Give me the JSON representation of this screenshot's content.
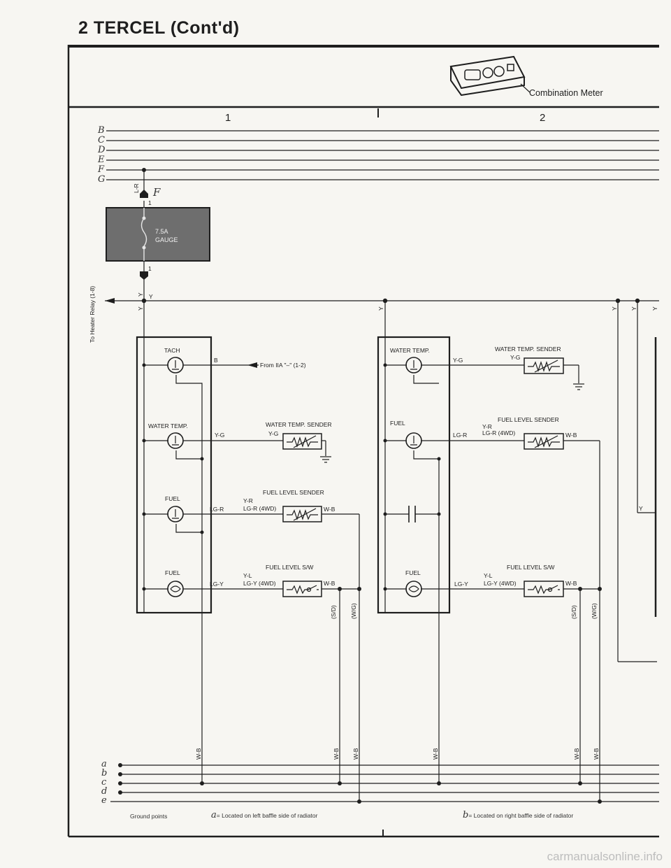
{
  "page": {
    "title": "2  TERCEL (Cont'd)",
    "meter_label": "Combination Meter",
    "watermark": "carmanualsonline.info"
  },
  "sections": [
    "1",
    "2"
  ],
  "bus_lines": [
    "B",
    "C",
    "D",
    "E",
    "F",
    "G"
  ],
  "ground_lines": [
    "a",
    "b",
    "c",
    "d",
    "e"
  ],
  "fuse": {
    "connector": "F",
    "pin_in": "1",
    "pin_out": "1",
    "rating": "7.5A",
    "name": "GAUGE",
    "wire_in": "L-R",
    "wire_out": "Y"
  },
  "heater_relay_text": "To Heater Relay (1-8)",
  "left_meter": {
    "tach_label": "TACH",
    "tach_wire": "B",
    "from_text": "From IIA \"–\" (1-2)",
    "water_label": "WATER TEMP.",
    "water_wire": "Y-G",
    "water_sender_title": "WATER TEMP. SENDER",
    "water_sender_wire": "Y-G",
    "fuel_label": "FUEL",
    "fuel_wire": "LG-R",
    "fuel_sender_title": "FUEL LEVEL SENDER",
    "fuel_sender_wire1": "Y-R",
    "fuel_sender_wire2": "LG-R (4WD)",
    "fuel_sender_out": "W-B",
    "fuelsw_label": "FUEL",
    "fuelsw_wire": "LG-Y",
    "fuelsw_title": "FUEL LEVEL S/W",
    "fuelsw_wire1": "Y-L",
    "fuelsw_wire2": "LG-Y (4WD)",
    "fuelsw_out": "W-B",
    "sd": "(S/D)",
    "wg": "(W/G)"
  },
  "right_meter": {
    "water_label": "WATER TEMP.",
    "water_wire": "Y-G",
    "water_sender_title": "WATER TEMP. SENDER",
    "water_sender_wire": "Y-G",
    "fuel_label": "FUEL",
    "fuel_wire": "LG-R",
    "fuel_sender_title": "FUEL LEVEL SENDER",
    "fuel_sender_wire1": "Y-R",
    "fuel_sender_wire2": "LG-R (4WD)",
    "fuel_sender_out": "W-B",
    "fuelsw_label": "FUEL",
    "fuelsw_wire": "LG-Y",
    "fuelsw_title": "FUEL LEVEL S/W",
    "fuelsw_wire1": "Y-L",
    "fuelsw_wire2": "LG-Y (4WD)",
    "fuelsw_out": "W-B",
    "sd": "(S/D)",
    "wg": "(W/G)"
  },
  "wires": {
    "y": "Y",
    "wb": "W-B"
  },
  "footnotes": {
    "ground_points": "Ground points",
    "a_letter": "a",
    "a_text": "= Located on left baffle side of radiator",
    "b_letter": "b",
    "b_text": "= Located on right baffle side of radiator"
  }
}
